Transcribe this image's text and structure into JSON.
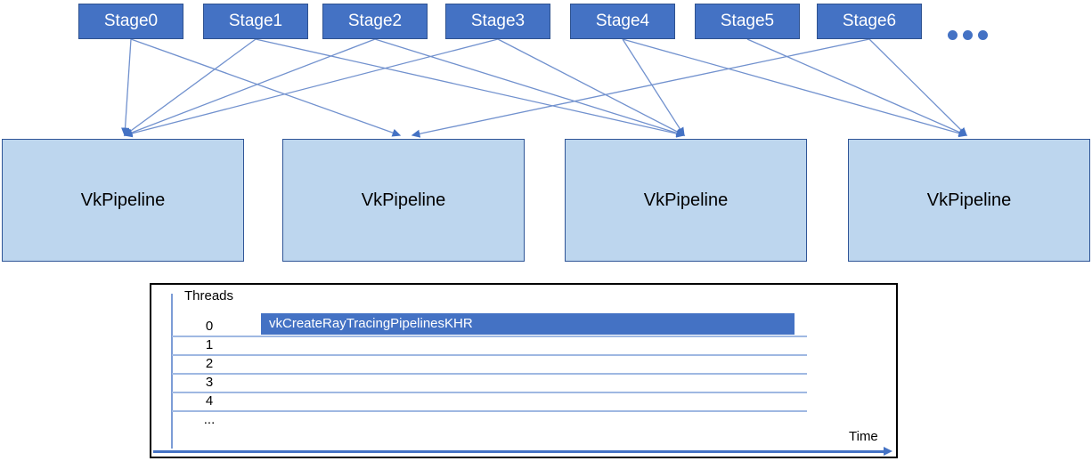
{
  "stages": {
    "labels": [
      "Stage0",
      "Stage1",
      "Stage2",
      "Stage3",
      "Stage4",
      "Stage5",
      "Stage6"
    ],
    "overflow_dots": 3
  },
  "pipelines": {
    "labels": [
      "VkPipeline",
      "VkPipeline",
      "VkPipeline",
      "VkPipeline"
    ]
  },
  "connections": [
    {
      "from_stage": 0,
      "to_pipeline": 0
    },
    {
      "from_stage": 0,
      "to_pipeline": 1
    },
    {
      "from_stage": 1,
      "to_pipeline": 0
    },
    {
      "from_stage": 1,
      "to_pipeline": 2
    },
    {
      "from_stage": 2,
      "to_pipeline": 0
    },
    {
      "from_stage": 2,
      "to_pipeline": 2
    },
    {
      "from_stage": 3,
      "to_pipeline": 0
    },
    {
      "from_stage": 3,
      "to_pipeline": 2
    },
    {
      "from_stage": 4,
      "to_pipeline": 2
    },
    {
      "from_stage": 4,
      "to_pipeline": 3
    },
    {
      "from_stage": 5,
      "to_pipeline": 3
    },
    {
      "from_stage": 6,
      "to_pipeline": 3
    },
    {
      "from_stage": 6,
      "to_pipeline": 1
    }
  ],
  "timeline": {
    "title": "Threads",
    "time_label": "Time",
    "rows": [
      {
        "label": "0",
        "bar": "vkCreateRayTracingPipelinesKHR"
      },
      {
        "label": "1"
      },
      {
        "label": "2"
      },
      {
        "label": "3"
      },
      {
        "label": "4"
      },
      {
        "label": "..."
      }
    ]
  },
  "colors": {
    "stage_fill": "#4472C4",
    "stage_border": "#2F528F",
    "stage_text": "#FFFFFF",
    "pipeline_fill": "#BDD6EE",
    "pipeline_border": "#2F5597",
    "connector": "#7191CE",
    "arrowhead": "#4472C4",
    "bar_fill": "#4472C4",
    "bar_text": "#FFFFFF",
    "grid_line": "#9FB8E2",
    "axis_line": "#7C9CD6",
    "time_arrow": "#4472C4",
    "dots": "#4472C4",
    "panel_border": "#000000"
  }
}
